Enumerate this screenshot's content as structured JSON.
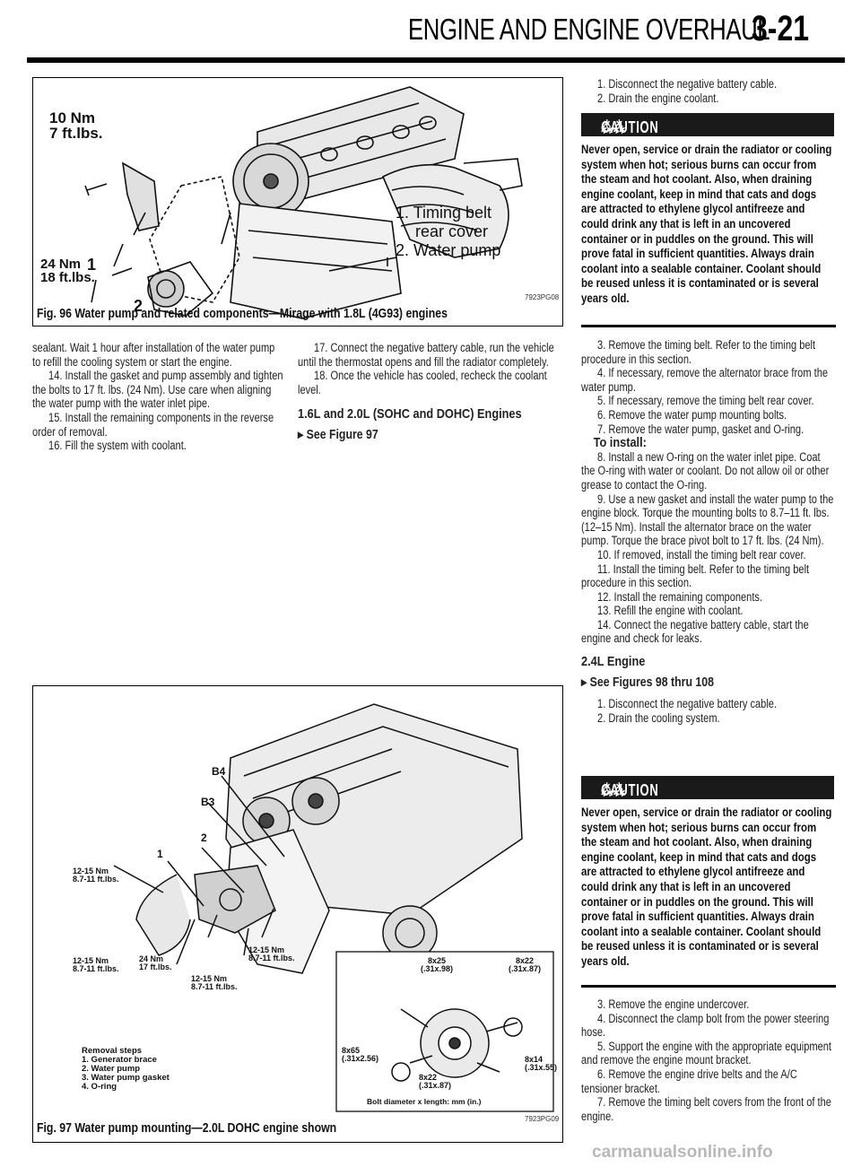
{
  "header": {
    "title": "ENGINE AND ENGINE OVERHAUL",
    "page_number": "3-21"
  },
  "figure96": {
    "caption": "Fig. 96 Water pump and related components—Mirage with 1.8L (4G93) engines",
    "code": "7923PG08",
    "torque_top": [
      "10 Nm",
      "7 ft.lbs."
    ],
    "torque_bottom": [
      "24 Nm",
      "18 ft.lbs."
    ],
    "callout_1": "1",
    "callout_2": "2",
    "legend_1": "1. Timing belt",
    "legend_1b": "rear cover",
    "legend_2": "2. Water pump"
  },
  "figure97": {
    "caption": "Fig. 97 Water pump mounting—2.0L DOHC engine shown",
    "code": "7923PG09",
    "label_b4": "B4",
    "label_b3": "B3",
    "callout_2": "2",
    "callout_1": "1",
    "torque_left": [
      "12-15 Nm",
      "8.7-11 ft.lbs."
    ],
    "torque_mid_left": [
      "12-15 Nm",
      "8.7-11 ft.lbs."
    ],
    "torque_24": [
      "24 Nm",
      "17 ft.lbs."
    ],
    "torque_right": [
      "12-15 Nm",
      "8.7-11 ft.lbs."
    ],
    "torque_center": [
      "12-15 Nm",
      "8.7-11 ft.lbs."
    ],
    "removal_title": "Removal steps",
    "removal_steps": [
      "1. Generator brace",
      "2. Water pump",
      "3. Water pump gasket",
      "4. O-ring"
    ],
    "bolt_a": [
      "8x25",
      "(.31x.98)"
    ],
    "bolt_b": [
      "8x22",
      "(.31x.87)"
    ],
    "bolt_c": [
      "8x65",
      "(.31x2.56)"
    ],
    "bolt_d": [
      "8x14",
      "(.31x.55)"
    ],
    "bolt_e": [
      "8x22",
      "(.31x.87)"
    ],
    "bolt_note": "Bolt diameter x length: mm (in.)"
  },
  "left_text": {
    "p1": "sealant. Wait 1 hour after installation of the water pump to refill the cooling system or start the engine.",
    "p2": "14. Install the gasket and pump assembly and tighten the bolts to 17 ft. lbs. (24 Nm). Use care when aligning the water pump with the water inlet pipe.",
    "p3": "15. Install the remaining components in the reverse order of removal.",
    "p4": "16. Fill the system with coolant."
  },
  "mid_text": {
    "p1": "17. Connect the negative battery cable, run the vehicle until the thermostat opens and fill the radiator completely.",
    "p2": "18. Once the vehicle has cooled, recheck the coolant level.",
    "heading": "1.6L and 2.0L (SOHC and DOHC) Engines",
    "see": "See Figure 97"
  },
  "right_text": {
    "s1": "1. Disconnect the negative battery cable.",
    "s2": "2. Drain the engine coolant.",
    "caution_label": "CAUTION",
    "caution_text": "Never open, service or drain the radiator or cooling system when hot; serious burns can occur from the steam and hot coolant. Also, when draining engine coolant, keep in mind that cats and dogs are attracted to ethylene glycol antifreeze and could drink any that is left in an uncovered container or in puddles on the ground. This will prove fatal in sufficient quantities. Always drain coolant into a sealable container. Coolant should be reused unless it is contaminated or is several years old.",
    "s3": "3. Remove the timing belt. Refer to the timing belt procedure in this section.",
    "s4": "4. If necessary, remove the alternator brace from the water pump.",
    "s5": "5. If necessary, remove the timing belt rear cover.",
    "s6": "6. Remove the water pump mounting bolts.",
    "s7": "7. Remove the water pump, gasket and O-ring.",
    "install_heading": "To install:",
    "s8": "8. Install a new O-ring on the water inlet pipe. Coat the O-ring with water or coolant. Do not allow oil or other grease to contact the O-ring.",
    "s9": "9. Use a new gasket and install the water pump to the engine block. Torque the mounting bolts to 8.7–11 ft. lbs. (12–15 Nm). Install the alternator brace on the water pump. Torque the brace pivot bolt to 17 ft. lbs. (24 Nm).",
    "s10": "10. If removed, install the timing belt rear cover.",
    "s11": "11. Install the timing belt. Refer to the timing belt procedure in this section.",
    "s12": "12. Install the remaining components.",
    "s13": "13. Refill the engine with coolant.",
    "s14": "14. Connect the negative battery cable, start the engine and check for leaks.",
    "heading_24": "2.4L Engine",
    "see_24": "See Figures 98 thru 108",
    "t1": "1. Disconnect the negative battery cable.",
    "t2": "2. Drain the cooling system.",
    "caution2_label": "CAUTION",
    "caution2_text": "Never open, service or drain the radiator or cooling system when hot; serious burns can occur from the steam and hot coolant. Also, when draining engine coolant, keep in mind that cats and dogs are attracted to ethylene glycol antifreeze and could drink any that is left in an uncovered container or in puddles on the ground. This will prove fatal in sufficient quantities. Always drain coolant into a sealable container. Coolant should be reused unless it is contaminated or is several years old.",
    "t3": "3. Remove the engine undercover.",
    "t4": "4. Disconnect the clamp bolt from the power steering hose.",
    "t5": "5. Support the engine with the appropriate equipment and remove the engine mount bracket.",
    "t6": "6. Remove the engine drive belts and the A/C tensioner bracket.",
    "t7": "7. Remove the timing belt covers from the front of the engine."
  },
  "watermark": "carmanualsonline.info"
}
